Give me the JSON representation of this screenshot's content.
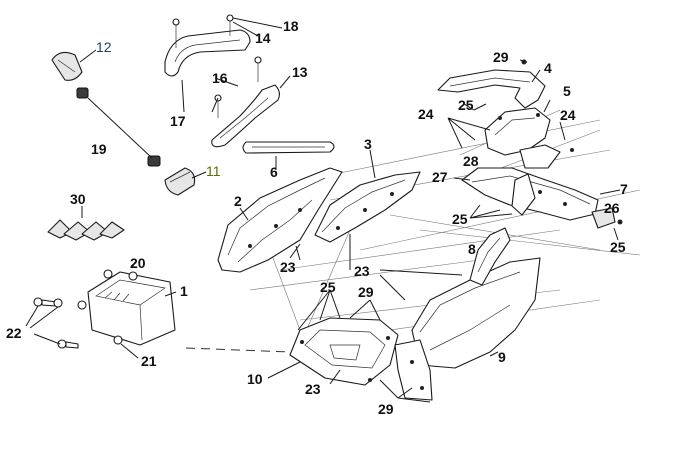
{
  "callout_colors": {
    "default": "#111111",
    "part_12": "#1f3b6b",
    "part_11": "#5d6b00"
  },
  "callouts": {
    "c1": "1",
    "c2": "2",
    "c3": "3",
    "c4": "4",
    "c5": "5",
    "c6": "6",
    "c7": "7",
    "c8": "8",
    "c9": "9",
    "c10": "10",
    "c11": "11",
    "c12": "12",
    "c13": "13",
    "c14": "14",
    "c16": "16",
    "c17": "17",
    "c18": "18",
    "c19": "19",
    "c20": "20",
    "c21": "21",
    "c22": "22",
    "c23a": "23",
    "c23b": "23",
    "c23c": "23",
    "c24a": "24",
    "c24b": "24",
    "c25a": "25",
    "c25b": "25",
    "c25c": "25",
    "c25d": "25",
    "c26": "26",
    "c27": "27",
    "c28": "28",
    "c29a": "29",
    "c29b": "29",
    "c29c": "29",
    "c30": "30"
  }
}
